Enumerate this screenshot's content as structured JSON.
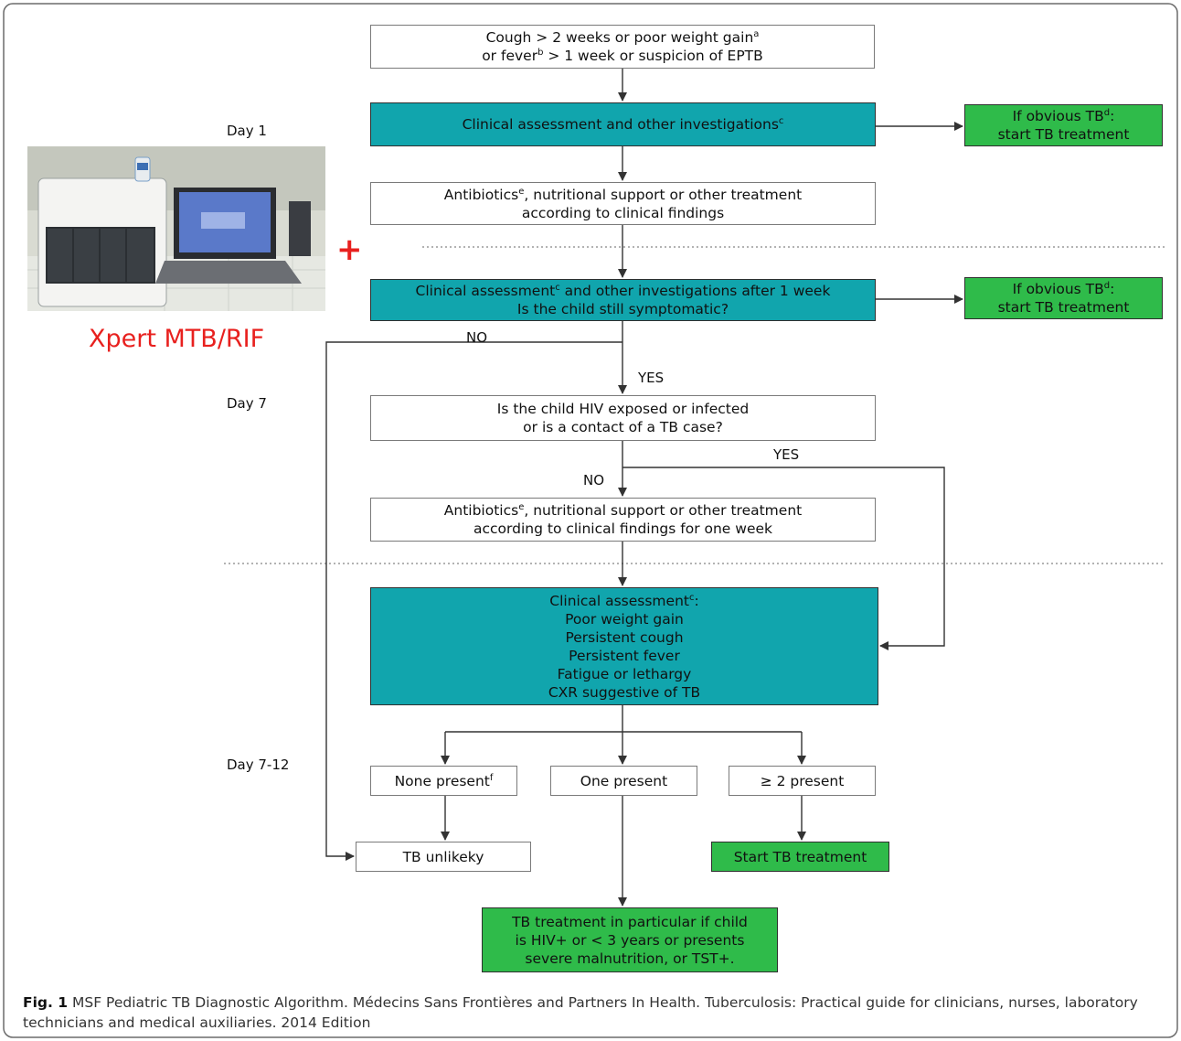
{
  "days": {
    "day1": "Day 1",
    "day7": "Day 7",
    "day7_12": "Day 7-12"
  },
  "photo": {
    "label": "Xpert MTB/RIF",
    "plus": "+"
  },
  "nodes": {
    "entry": {
      "l1a": "Cough > 2 weeks or poor weight gain",
      "l1sup": "a",
      "l2a": "or fever",
      "l2sup": "b",
      "l2b": " > 1 week or suspicion of EPTB"
    },
    "assess1": {
      "text": "Clinical assessment and other investigations",
      "sup": "c"
    },
    "obvious1": {
      "l1": "If obvious TB",
      "sup": "d",
      "l1b": ":",
      "l2": "start TB treatment"
    },
    "antibiotics1": {
      "l1a": "Antibiotics",
      "sup": "e",
      "l1b": ", nutritional support or other treatment",
      "l2": "according to clinical findings"
    },
    "assess2": {
      "l1a": "Clinical assessment",
      "sup": "c",
      "l1b": " and other investigations after 1 week",
      "l2": "Is the child still symptomatic?"
    },
    "obvious2": {
      "l1": "If obvious TB",
      "sup": "d",
      "l1b": ":",
      "l2": "start TB treatment"
    },
    "hiv": {
      "l1": "Is the child HIV exposed or infected",
      "l2": "or is a contact of a TB case?"
    },
    "antibiotics2": {
      "l1a": "Antibiotics",
      "sup": "e",
      "l1b": ", nutritional support or other treatment",
      "l2": "according to clinical findings for one week"
    },
    "assess3": {
      "title": "Clinical assessment",
      "sup": "c",
      "title_suffix": ":",
      "items": [
        "Poor weight gain",
        "Persistent cough",
        "Persistent fever",
        "Fatigue or lethargy",
        "CXR suggestive of TB"
      ]
    },
    "none": {
      "text": "None present",
      "sup": "f"
    },
    "one": {
      "text": "One present"
    },
    "two": {
      "text": "≥ 2 present"
    },
    "unlikely": {
      "text": "TB unlikeky"
    },
    "start": {
      "text": "Start TB treatment"
    },
    "particular": {
      "lines": [
        "TB treatment in particular if child",
        "is HIV+ or < 3 years or presents",
        "severe malnutrition, or TST+."
      ]
    }
  },
  "edges": {
    "no1": "NO",
    "yes1": "YES",
    "yes2": "YES",
    "no2": "NO"
  },
  "caption": {
    "label": "Fig. 1",
    "text": " MSF Pediatric TB Diagnostic Algorithm. Médecins Sans Frontières and Partners In Health. Tuberculosis: Practical guide for clinicians, nurses, laboratory technicians and medical auxiliaries. 2014 Edition"
  },
  "colors": {
    "teal": "#11a5ad",
    "green": "#2fbb4a",
    "red": "#e8201e"
  }
}
